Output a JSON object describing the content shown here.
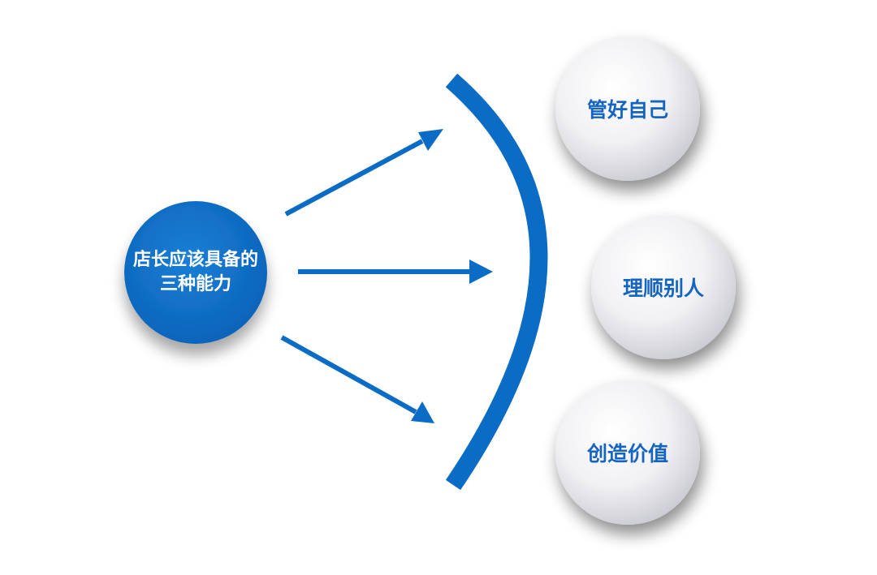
{
  "center": {
    "line1": "店长应该具备的",
    "line2": "三种能力"
  },
  "capabilities": [
    {
      "label": "管好自己"
    },
    {
      "label": "理顺别人"
    },
    {
      "label": "创造价值"
    }
  ],
  "colors": {
    "primary_blue": "#0a6cc4",
    "text_blue": "#1565c0",
    "circle_light": "#f4f4f6",
    "circle_shade": "#cfcfd6",
    "text_white": "#ffffff"
  }
}
